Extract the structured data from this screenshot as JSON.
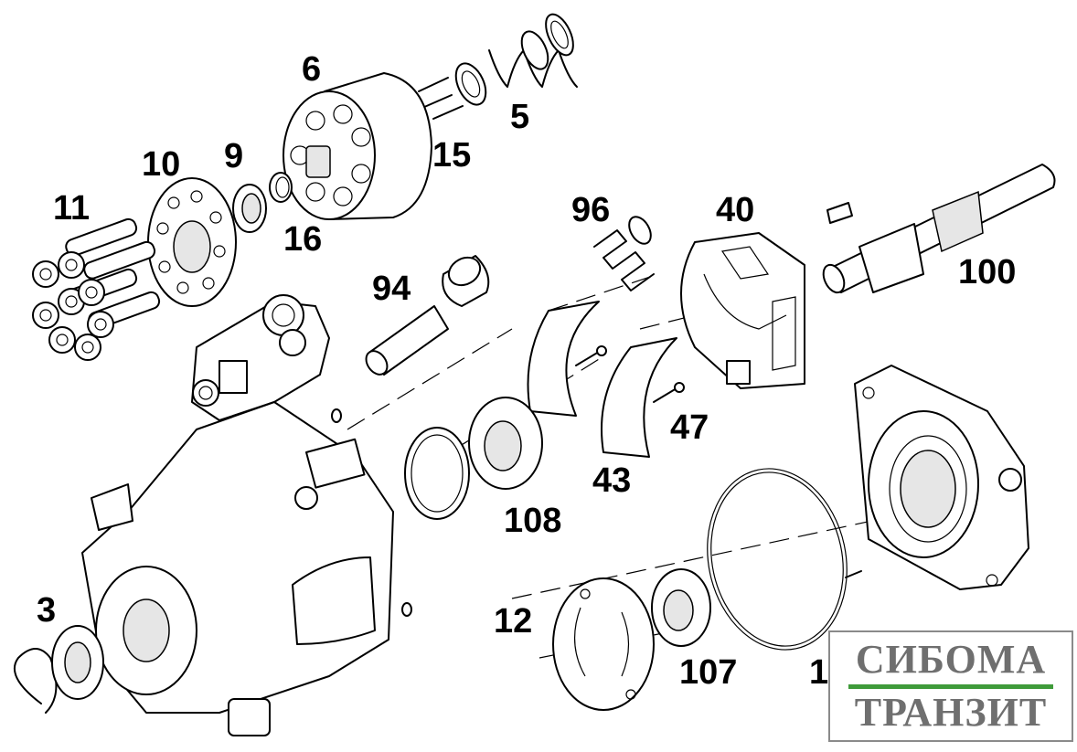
{
  "callouts": {
    "c3": "3",
    "c5": "5",
    "c6": "6",
    "c9": "9",
    "c10": "10",
    "c11": "11",
    "c12": "12",
    "c14": "14",
    "c15": "15",
    "c16": "16",
    "c40": "40",
    "c43": "43",
    "c47": "47",
    "c94": "94",
    "c96": "96",
    "c100": "100",
    "c107": "107",
    "c108": "108"
  },
  "logo": {
    "line1": "СИБОМА",
    "line2": "ТРАНЗИТ",
    "bar_color": "#3f9b3a",
    "text_color": "#6f6f6f"
  }
}
